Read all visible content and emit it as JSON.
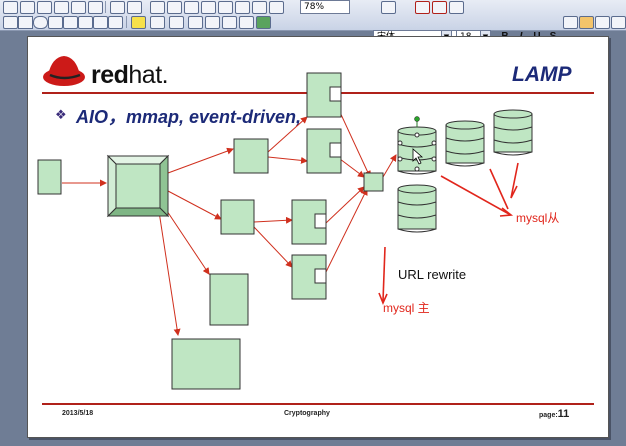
{
  "toolbar": {
    "zoom_value": "78%",
    "font_name": "宋体",
    "font_size": "18",
    "bold_label": "B",
    "italic_label": "I",
    "underline_label": "U",
    "shadow_label": "S"
  },
  "slide": {
    "title": "LAMP",
    "logo": {
      "word_bold": "red",
      "word_thin": "hat."
    },
    "bullet_glyph": "❖",
    "bullet_text": "AIO，mmap, event-driven,",
    "footer": {
      "date": "2013/5/18",
      "center": "Cryptography",
      "page_label": "page:",
      "page_number": "11"
    },
    "annotations": {
      "url_rewrite": "URL rewrite",
      "mysql_master": "mysql 主",
      "mysql_slave": "mysql从"
    }
  },
  "colors": {
    "accent_red": "#b0211a",
    "title_blue": "#1c2a78",
    "box_fill": "#bfe6c3",
    "arrow_red": "#d0301e",
    "annotation_red": "#e1261c"
  }
}
